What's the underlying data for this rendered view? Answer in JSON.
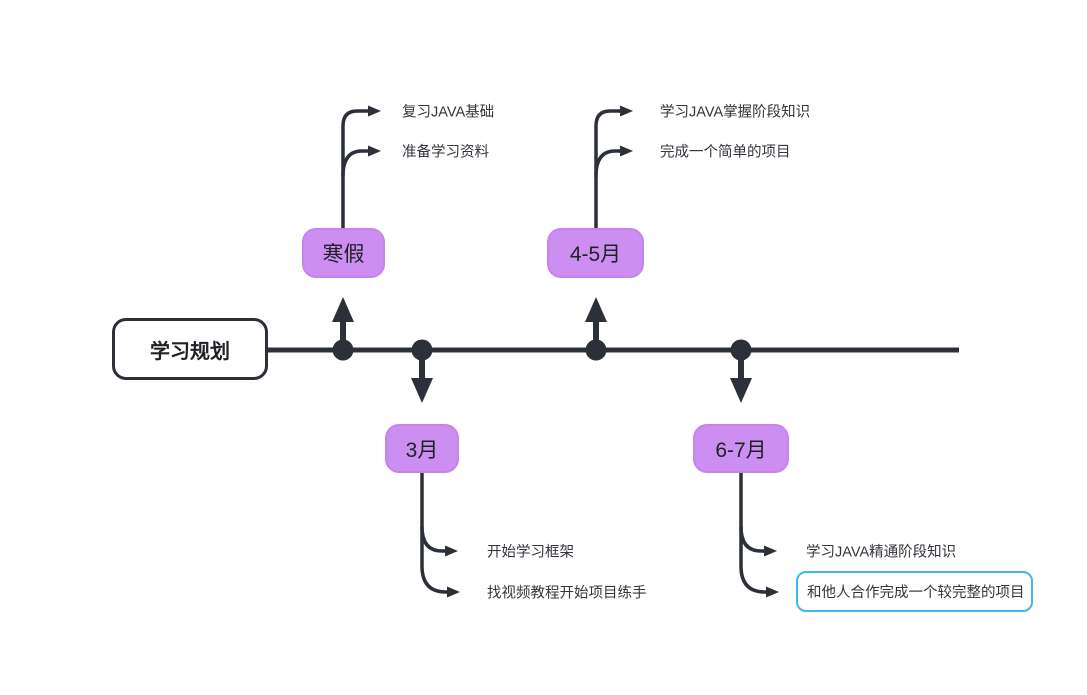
{
  "canvas": {
    "background_color": "#ffffff",
    "line_color": "#2c3038",
    "node_fill_color": "#cd8ef2",
    "node_border_color": "#c783ec",
    "item_text_color": "#33363c",
    "selection_border_color": "#41b6f0"
  },
  "root": {
    "label": "学习规划"
  },
  "nodes": [
    {
      "id": "hanjia",
      "label": "寒假",
      "side": "top",
      "items": [
        {
          "text": "复习JAVA基础",
          "selected": false
        },
        {
          "text": "准备学习资料",
          "selected": false
        }
      ]
    },
    {
      "id": "march",
      "label": "3月",
      "side": "bottom",
      "items": [
        {
          "text": "开始学习框架",
          "selected": false
        },
        {
          "text": "找视频教程开始项目练手",
          "selected": false
        }
      ]
    },
    {
      "id": "apr-may",
      "label": "4-5月",
      "side": "top",
      "items": [
        {
          "text": "学习JAVA掌握阶段知识",
          "selected": false
        },
        {
          "text": "完成一个简单的项目",
          "selected": false
        }
      ]
    },
    {
      "id": "jun-jul",
      "label": "6-7月",
      "side": "bottom",
      "items": [
        {
          "text": "学习JAVA精通阶段知识",
          "selected": false
        },
        {
          "text": "和他人合作完成一个较完整的项目",
          "selected": true
        }
      ]
    }
  ]
}
